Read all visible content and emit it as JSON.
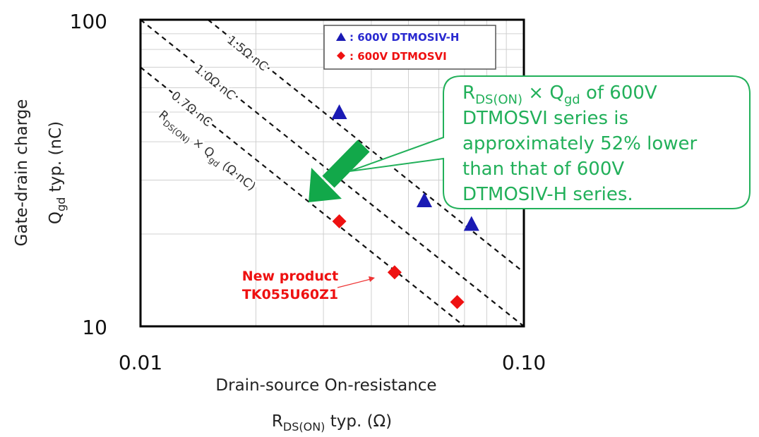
{
  "chart_data": {
    "type": "scatter",
    "title": "",
    "xlabel": "Drain-source On-resistance",
    "xlabel2": {
      "main": "R",
      "sub": "DS(ON)",
      "rest": " typ.  (Ω)"
    },
    "ylabel": "Gate-drain charge",
    "ylabel2": {
      "main": "Q",
      "sub": "gd",
      "rest": " typ.  (nC)"
    },
    "xscale": "log",
    "yscale": "log",
    "xlim": [
      0.01,
      0.1
    ],
    "ylim": [
      10,
      100
    ],
    "xticks": [
      "0.01",
      "0.10"
    ],
    "yticks": [
      "10",
      "100"
    ],
    "grid": true,
    "legend_position": "top-right",
    "series": [
      {
        "name": ": 600V DTMOSIV-H",
        "marker": "triangle",
        "color": "#1a1ab4",
        "x": [
          0.033,
          0.055,
          0.073
        ],
        "y": [
          50,
          25.8,
          21.6
        ]
      },
      {
        "name": ": 600V DTMOSVI",
        "marker": "diamond",
        "color": "#ee1111",
        "x": [
          0.033,
          0.046,
          0.067
        ],
        "y": [
          22,
          15,
          12
        ]
      }
    ],
    "reference_lines": [
      {
        "label": "1.5Ω·nC",
        "product": 1.5
      },
      {
        "label": "1.0Ω·nC",
        "product": 1.0
      },
      {
        "label": "0.7Ω·nC",
        "product": 0.7
      }
    ],
    "reference_caption": {
      "main": "R",
      "sub": "DS(ON)",
      "mid": " × Q",
      "sub2": "gd",
      "rest": " (Ω·nC)"
    },
    "annotations": {
      "new_product": [
        "New product",
        "TK055U60Z1"
      ],
      "callout": {
        "line1_main": "R",
        "line1_sub": "DS(ON)",
        "line1_mid": " × Q",
        "line1_sub2": "gd",
        "line1_rest": " of 600V",
        "lines": [
          "DTMOSVI series is",
          "approximately 52% lower",
          "than that of 600V",
          "DTMOSIV-H series."
        ]
      }
    },
    "colors": {
      "callout": "#22b05a",
      "arrow": "#12a84a",
      "grid": "#d0d0d0"
    }
  }
}
